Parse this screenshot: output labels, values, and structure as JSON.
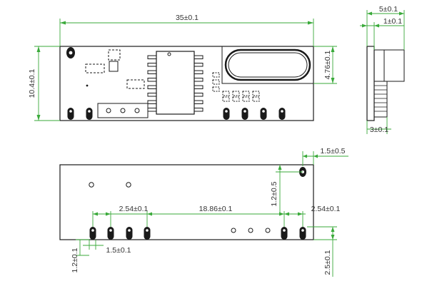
{
  "colors": {
    "ink": "#1a1a1a",
    "dimension": "#3aaa3a",
    "text": "#333333",
    "background": "#ffffff"
  },
  "top_view": {
    "dim_width": "35±0.1",
    "dim_height": "10.4±0.1",
    "dim_crystal": "4.76±0.1"
  },
  "side_view": {
    "dim_total": "5±0.1",
    "dim_offset": "1±0.1",
    "dim_pin": "3±0.1"
  },
  "bottom_view": {
    "dim_corner": "1.5±0.5",
    "dim_vertical": "1.2±0.5",
    "dim_pitch": "2.54±0.1",
    "dim_span": "18.86±0.1",
    "dim_pitch_right": "2.54±0.1",
    "dim_pin_height": "1.2±0.1",
    "dim_edge": "1.5±0.1",
    "dim_pin_length": "2.5±0.1"
  }
}
